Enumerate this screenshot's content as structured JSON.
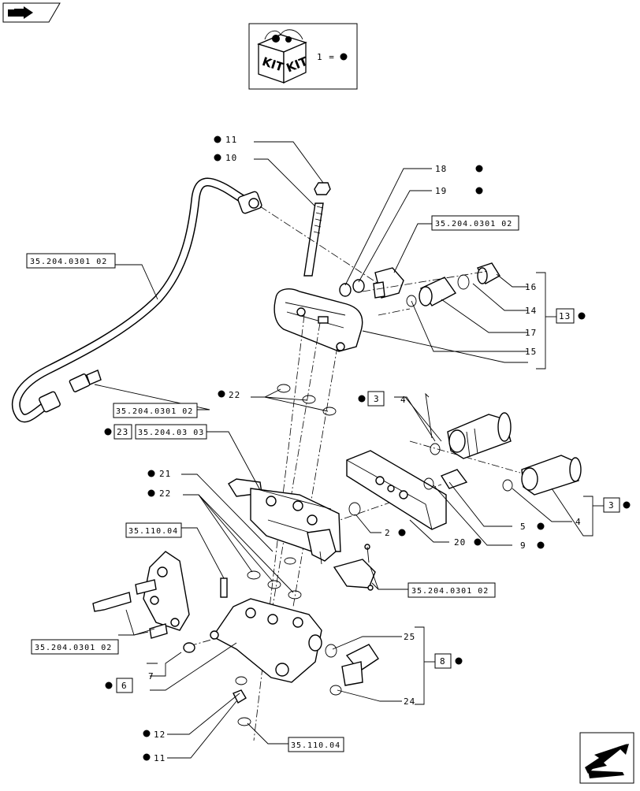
{
  "kit": {
    "icon": "kit-box-icon",
    "label_top": "KIT",
    "label_bottom": "KIT",
    "legend_text": "1 =",
    "legend_marker": "filled-dot"
  },
  "callouts": [
    {
      "id": "11a",
      "text": "11",
      "marker": "left"
    },
    {
      "id": "10",
      "text": "10",
      "marker": "left"
    },
    {
      "id": "18",
      "text": "18",
      "marker": "right"
    },
    {
      "id": "19",
      "text": "19",
      "marker": "right"
    },
    {
      "id": "16",
      "text": "16",
      "marker": "none"
    },
    {
      "id": "14",
      "text": "14",
      "marker": "none"
    },
    {
      "id": "17",
      "text": "17",
      "marker": "none"
    },
    {
      "id": "15",
      "text": "15",
      "marker": "none"
    },
    {
      "id": "22a",
      "text": "22",
      "marker": "left"
    },
    {
      "id": "4a",
      "text": "4",
      "marker": "none"
    },
    {
      "id": "21",
      "text": "21",
      "marker": "left"
    },
    {
      "id": "22b",
      "text": "22",
      "marker": "left"
    },
    {
      "id": "2",
      "text": "2",
      "marker": "right"
    },
    {
      "id": "20",
      "text": "20",
      "marker": "right"
    },
    {
      "id": "5",
      "text": "5",
      "marker": "right"
    },
    {
      "id": "4b",
      "text": "4",
      "marker": "none"
    },
    {
      "id": "9",
      "text": "9",
      "marker": "right"
    },
    {
      "id": "7",
      "text": "7",
      "marker": "none"
    },
    {
      "id": "25",
      "text": "25",
      "marker": "none"
    },
    {
      "id": "24",
      "text": "24",
      "marker": "none"
    },
    {
      "id": "12",
      "text": "12",
      "marker": "left"
    },
    {
      "id": "11b",
      "text": "11",
      "marker": "left"
    }
  ],
  "boxed_numbers": [
    {
      "id": "13",
      "text": "13",
      "marker": "right"
    },
    {
      "id": "3a",
      "text": "3",
      "marker": "left"
    },
    {
      "id": "23",
      "text": "23",
      "marker": "left"
    },
    {
      "id": "3b",
      "text": "3",
      "marker": "right"
    },
    {
      "id": "8",
      "text": "8",
      "marker": "right"
    },
    {
      "id": "6",
      "text": "6",
      "marker": "left"
    }
  ],
  "references": [
    {
      "id": "ref-a",
      "text": "35.204.0301 02"
    },
    {
      "id": "ref-b",
      "text": "35.204.0301 02"
    },
    {
      "id": "ref-c",
      "text": "35.204.0301 02"
    },
    {
      "id": "ref-d",
      "text": "35.204.03 03"
    },
    {
      "id": "ref-e",
      "text": "35.110.04"
    },
    {
      "id": "ref-f",
      "text": "35.204.0301 02"
    },
    {
      "id": "ref-g",
      "text": "35.204.0301 02"
    },
    {
      "id": "ref-h",
      "text": "35.110.04"
    }
  ],
  "nav": {
    "top_icon": "previous-page-icon",
    "bottom_icon": "next-page-icon"
  }
}
